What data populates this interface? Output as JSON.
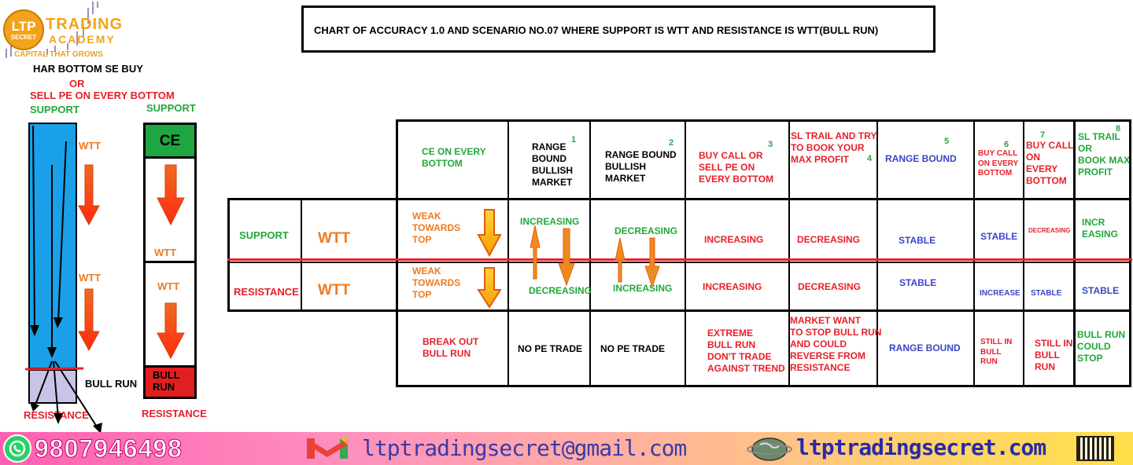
{
  "logo": {
    "ltp": "LTP",
    "secret": "SECRET",
    "trading": "TRADING",
    "academy": "ACADEMY",
    "tagline": "CAPITAL THAT GROWS"
  },
  "left": {
    "line1": "HAR BOTTOM SE BUY",
    "line2": "OR",
    "line3": "SELL PE ON EVERY BOTTOM",
    "support_a": "SUPPORT",
    "support_b": "SUPPORT",
    "wtt_1": "WTT",
    "wtt_2": "WTT",
    "ce": "CE",
    "wtt_3": "WTT",
    "wtt_4": "WTT",
    "bull_run": "BULL RUN",
    "bull_run_box": "BULL\nRUN",
    "resistance_a": "RESISTANCE",
    "resistance_b": "RESISTANCE"
  },
  "title": "CHART OF ACCURACY 1.0 AND SCENARIO NO.07 WHERE SUPPORT IS WTT AND RESISTANCE IS WTT(BULL RUN)",
  "table": {
    "headers": [
      {
        "text": "CE ON EVERY\nBOTTOM",
        "num": "",
        "color": "green"
      },
      {
        "text": "RANGE\nBOUND\nBULLISH\nMARKET",
        "num": "1",
        "color": "black"
      },
      {
        "text": "RANGE BOUND\nBULLISH\nMARKET",
        "num": "2",
        "color": "black"
      },
      {
        "text": "BUY CALL OR\nSELL PE ON\nEVERY BOTTOM",
        "num": "3",
        "color": "red"
      },
      {
        "text": "SL TRAIL AND TRY\nTO BOOK YOUR\nMAX PROFIT",
        "num": "4",
        "color": "red"
      },
      {
        "text": "RANGE BOUND",
        "num": "5",
        "color": "blue"
      },
      {
        "text": "BUY CALL\nON EVERY\nBOTTOM",
        "num": "6",
        "color": "red"
      },
      {
        "text": "BUY CALL\nON\nEVERY\nBOTTOM",
        "num": "7",
        "color": "red"
      },
      {
        "text": "SL TRAIL\nOR\nBOOK MAX\nPROFIT",
        "num": "8",
        "color": "green"
      }
    ],
    "support_label": "SUPPORT",
    "support_wtt": "WTT",
    "resistance_label": "RESISTANCE",
    "resistance_wtt": "WTT",
    "support_row": [
      "WEAK\nTOWARDS\nTOP",
      "INCREASING",
      "DECREASING",
      "INCREASING",
      "DECREASING",
      "STABLE",
      "STABLE",
      "DECREASING",
      "INCR\nEASING"
    ],
    "resistance_row": [
      "WEAK\nTOWARDS\nTOP",
      "DECREASING",
      "INCREASING",
      "INCREASING",
      "DECREASING",
      "STABLE",
      "INCREASE",
      "STABLE",
      "STABLE"
    ],
    "bottom_row": [
      "BREAK OUT\nBULL RUN",
      "NO PE TRADE",
      "NO PE TRADE",
      "EXTREME\nBULL RUN\nDON'T TRADE\nAGAINST TREND",
      "MARKET WANT\n TO STOP BULL RUN\nAND COULD\nREVERSE FROM\nRESISTANCE",
      "RANGE BOUND",
      "STILL IN\nBULL\nRUN",
      "STILL IN\nBULL\nRUN",
      "BULL RUN\nCOULD\nSTOP"
    ]
  },
  "footer": {
    "phone": "9807946498",
    "email": "ltptradingsecret@gmail.com",
    "site": "ltptradingsecret.com"
  },
  "colors": {
    "green": "#22a83a",
    "red": "#e8202a",
    "orange": "#f07a1f",
    "blue": "#3a45c8",
    "column_blue": "#1aa0e8",
    "ce_green": "#1ea640",
    "bull_red": "#e02020"
  }
}
